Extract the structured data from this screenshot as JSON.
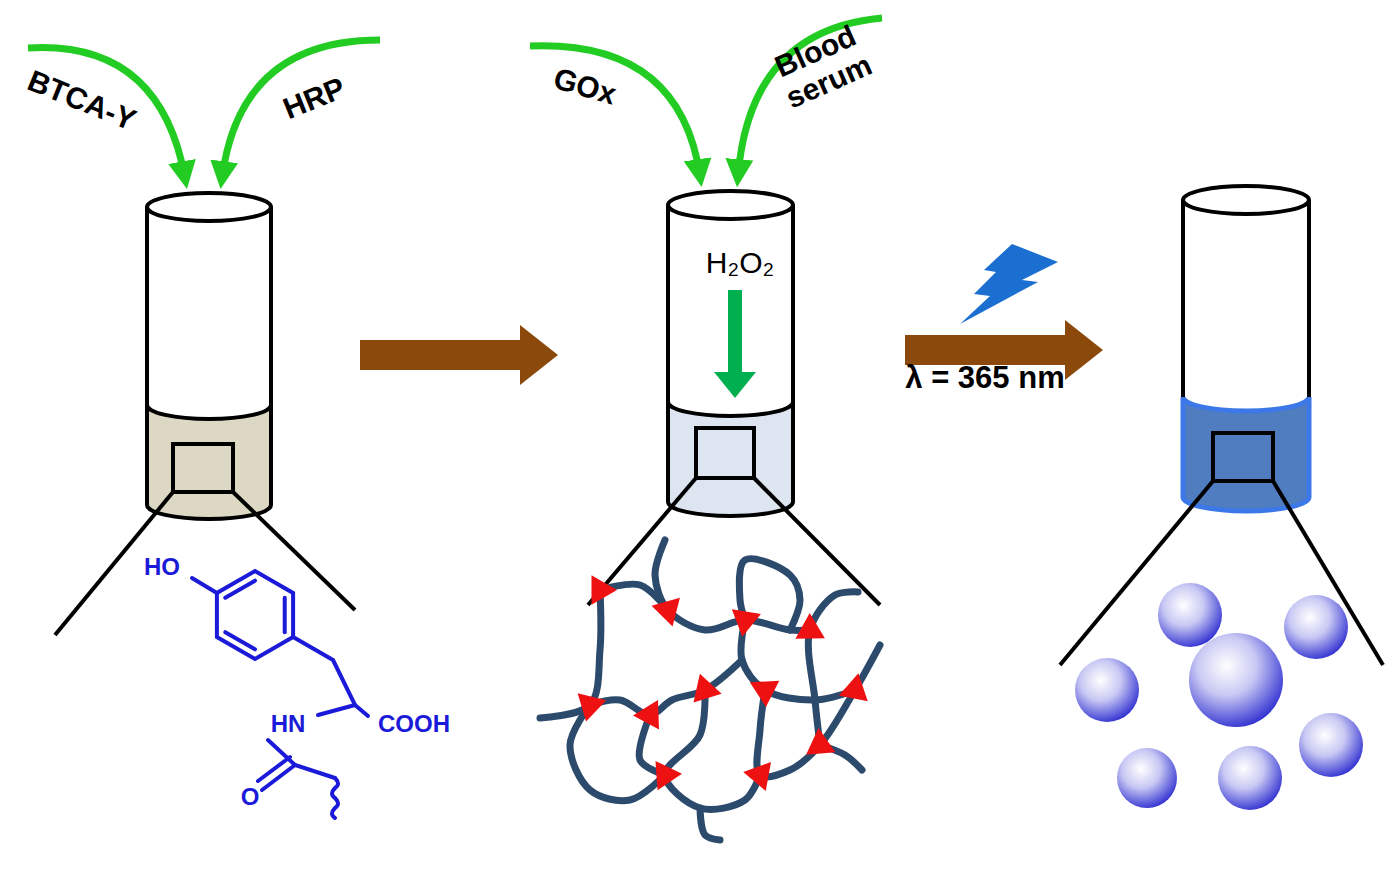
{
  "diagram": {
    "labels": [
      "BTCA-Y",
      "HRP",
      "GOx",
      "Blood serum",
      "H₂O₂",
      "λ = 365 nm",
      "HO",
      "HN",
      "COOH",
      "O"
    ]
  }
}
